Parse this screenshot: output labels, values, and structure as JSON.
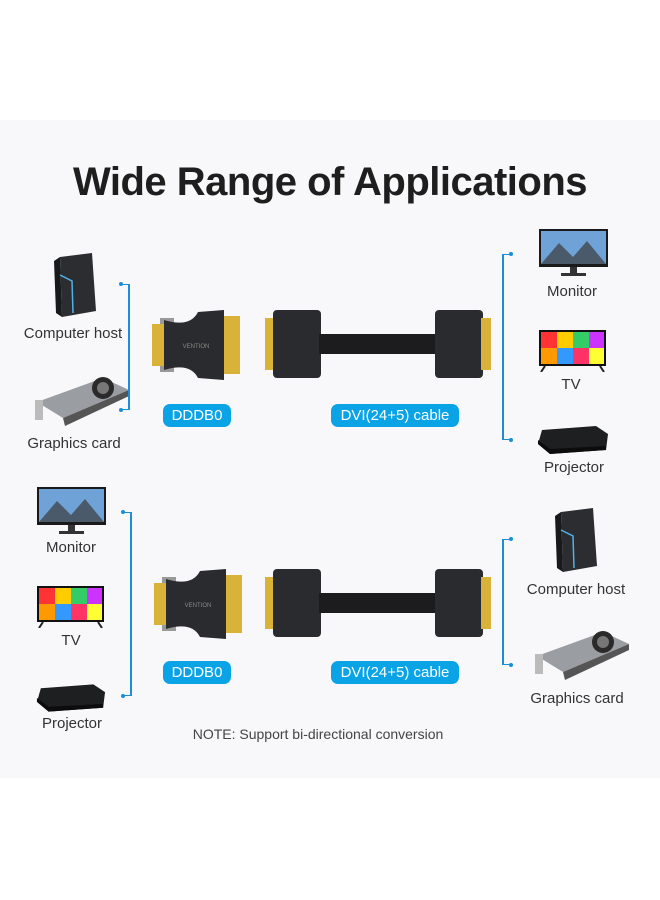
{
  "title": "Wide Range of Applications",
  "top": {
    "left_devices": [
      "Computer host",
      "Graphics card"
    ],
    "adapter": "DDDB0",
    "cable": "DVI(24+5) cable",
    "right_devices": [
      "Monitor",
      "TV",
      "Projector"
    ]
  },
  "bottom": {
    "left_devices": [
      "Monitor",
      "TV",
      "Projector"
    ],
    "adapter": "DDDB0",
    "cable": "DVI(24+5) cable",
    "right_devices": [
      "Computer host",
      "Graphics card"
    ]
  },
  "note": "NOTE: Support bi-directional conversion",
  "colors": {
    "accent": "#0aa3e6",
    "bracket": "#1a8fd6",
    "panel": "#f8f7f9"
  }
}
